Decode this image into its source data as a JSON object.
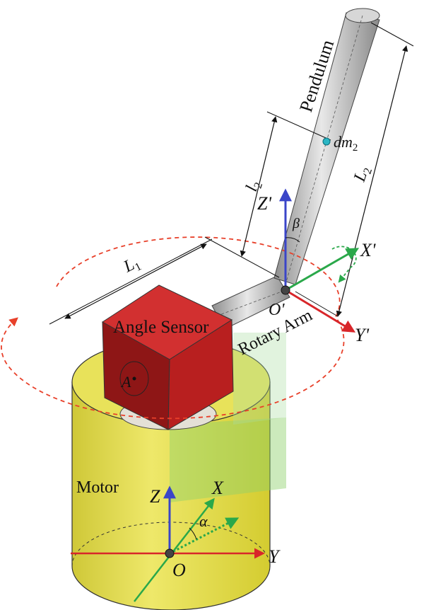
{
  "labels": {
    "pendulum": "Pendulum",
    "dm2_base": "dm",
    "dm2_sub": "2",
    "L2_base": "L",
    "L2_sub": "2",
    "l2_base": "l",
    "l2_sub": "2",
    "Zp": "Z'",
    "beta": "β",
    "Xp": "X'",
    "L1_base": "L",
    "L1_sub": "1",
    "angle_sensor": "Angle Sensor",
    "Op": "O'",
    "rotary_arm": "Rotary Arm",
    "Yp": "Y'",
    "A": "A",
    "motor": "Motor",
    "Z": "Z",
    "X": "X",
    "alpha": "α",
    "Y": "Y",
    "O": "O"
  },
  "colors": {
    "motor_yellow": "#e6e04a",
    "sensor_red": "#c42222",
    "orbit_dashed": "#e8402a",
    "axis_blue": "#3a45c8",
    "axis_green": "#2aa84a",
    "axis_red": "#d8262a",
    "rod_gray": "#b8b8b8"
  }
}
